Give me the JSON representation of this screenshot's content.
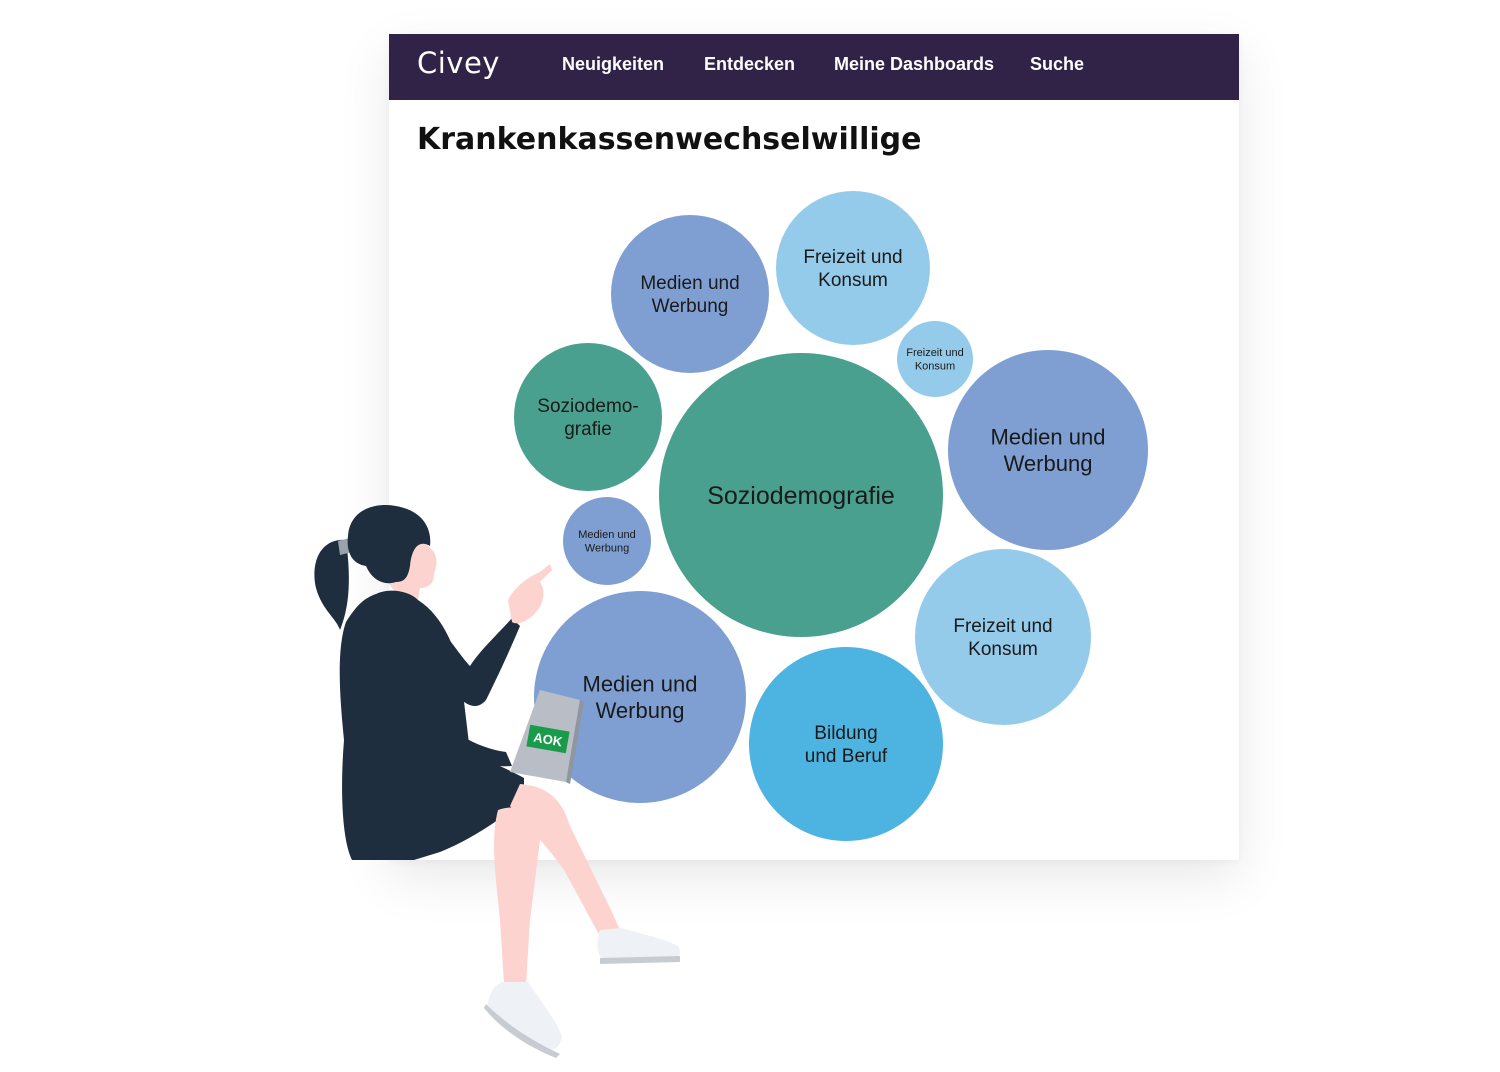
{
  "app": {
    "logo": "Civey"
  },
  "nav": {
    "items": [
      {
        "label": "Neuigkeiten"
      },
      {
        "label": "Entdecken"
      },
      {
        "label": "Meine Dashboards"
      },
      {
        "label": "Suche"
      }
    ]
  },
  "page": {
    "title": "Krankenkassenwechselwillige"
  },
  "colors": {
    "navbar": "#312347",
    "soziodemografie": "#4aa08e",
    "medien": "#7f9fd3",
    "freizeit": "#95cbea",
    "bildung": "#4db3e0",
    "skin": "#fdd3cf",
    "dress": "#1f2e3e",
    "tablet": "#b9bec6",
    "brand_green": "#1a9b4c"
  },
  "bubbles": [
    {
      "label": "Soziodemografie",
      "category": "soziodemografie"
    },
    {
      "label": "Medien und Werbung",
      "category": "medien"
    },
    {
      "label": "Freizeit und Konsum",
      "category": "freizeit"
    },
    {
      "label": "Freizeit und Konsum",
      "category": "freizeit"
    },
    {
      "label": "Soziodemo-grafie",
      "category": "soziodemografie"
    },
    {
      "label": "Medien und Werbung",
      "category": "medien"
    },
    {
      "label": "Medien und Werbung",
      "category": "medien"
    },
    {
      "label": "Medien und Werbung",
      "category": "medien"
    },
    {
      "label": "Freizeit und Konsum",
      "category": "freizeit"
    },
    {
      "label": "Bildung und Beruf",
      "category": "bildung"
    }
  ],
  "tablet_badge": {
    "label": "AOK"
  }
}
